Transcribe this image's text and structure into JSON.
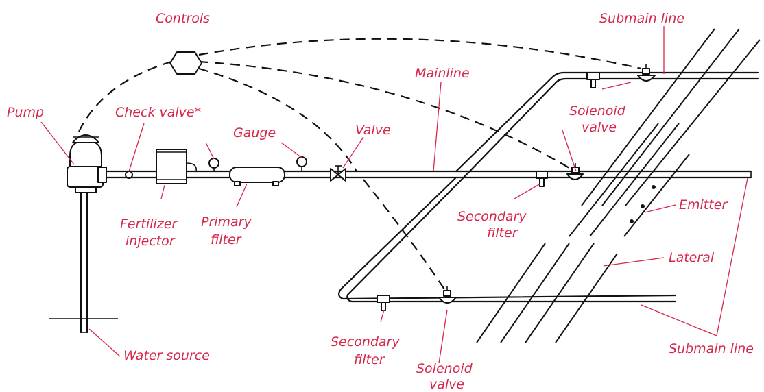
{
  "labels": {
    "controls": "Controls",
    "submain_line_top": "Submain line",
    "mainline": "Mainline",
    "pump": "Pump",
    "check_valve": "Check valve*",
    "gauge": "Gauge",
    "valve": "Valve",
    "solenoid_valve_mid_1": "Solenoid",
    "solenoid_valve_mid_2": "valve",
    "fertilizer_injector_1": "Fertilizer",
    "fertilizer_injector_2": "injector",
    "primary_filter_1": "Primary",
    "primary_filter_2": "filter",
    "secondary_filter_mid_1": "Secondary",
    "secondary_filter_mid_2": "filter",
    "emitter": "Emitter",
    "lateral": "Lateral",
    "secondary_filter_low_1": "Secondary",
    "secondary_filter_low_2": "filter",
    "solenoid_valve_low_1": "Solenoid",
    "solenoid_valve_low_2": "valve",
    "water_source": "Water source",
    "submain_line_bottom": "Submain line"
  },
  "colors": {
    "label": "#d6284a",
    "line": "#111111"
  }
}
